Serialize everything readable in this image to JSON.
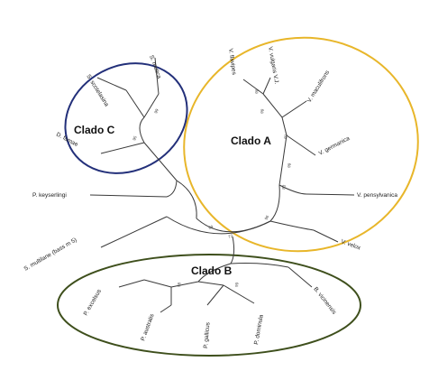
{
  "clades": {
    "A": {
      "label": "Clado A",
      "color": "#e8b62a"
    },
    "B": {
      "label": "Clado B",
      "color": "#3e4f1c"
    },
    "C": {
      "label": "Clado C",
      "color": "#23307a"
    }
  },
  "taxa": {
    "s_mutica": "S. mutica",
    "s_scoticalina": "S. scotelasina",
    "d_famae": "D. famae",
    "v_flavipes": "V. flavipes",
    "v_vulgaris": "V. vulgaris V.J.",
    "v_maculifrons": "V. maculifrons",
    "v_germanica": "V. germanica",
    "v_pensylvanica": "V. pensylvanica",
    "v_velox": "V. velox",
    "p_keyserlingi": "P. keyserlingi",
    "s_multilane": "S. multilane (bass m 5)",
    "p_excelsus": "P. excelsus",
    "p_australis": "P. australis",
    "p_gallicus": "P. gallicus",
    "p_dominula": "P. dominula",
    "b_vicinensis": "B. vicinensis"
  },
  "support": {
    "n1": "99",
    "n2": "95",
    "n3": "98",
    "n4": "99",
    "n5": "91",
    "n6": "99",
    "n7": "83",
    "n8": "96",
    "n9": "72",
    "n10": "99",
    "n11": "98",
    "n12": "99"
  }
}
